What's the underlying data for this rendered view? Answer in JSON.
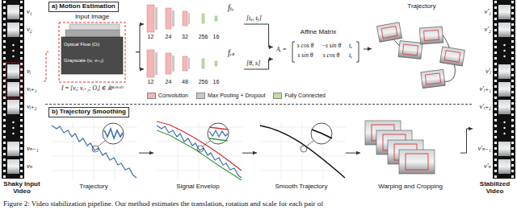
{
  "diagram": {
    "caption": "Figure 2: Video stabilization pipeline. Our method estimates the translation, rotation and scale for each pair of",
    "nodes": [
      {
        "text": [
          "v₁",
          "v₂",
          "vᵢ",
          "vᵢ₊₁",
          "vᵢ₊₂",
          "vₙ₋₁",
          "vₙ",
          "Shaky Input Video"
        ]
      },
      {
        "text": [
          "a) Motion Estimation"
        ]
      },
      {
        "text": [
          "Input Image",
          "Optical Flow (Oᵢ)",
          "Grayscale (vᵢ, vᵢ₊₁)",
          "I = [vᵢ; vᵢ₊₁; Oᵢ] ∈ ℝ⁴ˣᵂˣᴴ"
        ],
        "in": 1
      },
      {
        "text": [
          "fₜᵣ"
        ],
        "in": 1
      },
      {
        "text": [
          "fᵣₛ"
        ],
        "in": 1
      },
      {
        "text": [
          "Affine Matrix",
          "Aᵢ =",
          "s cos θ",
          "−s sin θ",
          "tₓ",
          "s sin θ",
          "s cos θ",
          "tᵧ"
        ],
        "in": 1
      },
      {
        "text": [
          "Trajectory"
        ],
        "in": 1
      },
      {
        "text": [
          "b) Trajectory Smoothing"
        ]
      },
      {
        "text": [
          "Trajectory"
        ],
        "in": 7
      },
      {
        "text": [
          "Signal Envelop"
        ],
        "in": 7
      },
      {
        "text": [
          "Smooth Trajectory"
        ],
        "in": 7
      },
      {
        "text": [
          "Warping and Cropping"
        ],
        "in": 7
      },
      {
        "text": [
          "v′₁",
          "v′₂",
          "v′ᵢ",
          "v′ᵢ₊₁",
          "v′ᵢ₊₂",
          "v′ₙ₋₁",
          "v′ₙ",
          "Stabilized Video"
        ]
      }
    ],
    "edges": [
      {
        "from": 0,
        "to": 2,
        "arrow": "none"
      },
      {
        "from": 2,
        "to": 3,
        "arrow": "to"
      },
      {
        "from": 2,
        "to": 4,
        "arrow": "to"
      },
      {
        "from": 3,
        "to": 5,
        "label": "[tₓ, tᵧ]",
        "arrow": "to"
      },
      {
        "from": 4,
        "to": 5,
        "label": "[θ, s]",
        "arrow": "to"
      },
      {
        "from": 5,
        "to": 6,
        "arrow": "to"
      },
      {
        "from": 8,
        "to": 9,
        "arrow": "to"
      },
      {
        "from": 9,
        "to": 10,
        "arrow": "to"
      },
      {
        "from": 10,
        "to": 11,
        "arrow": "to"
      },
      {
        "from": 11,
        "to": 12,
        "arrow": "to"
      }
    ],
    "labels": [
      "12",
      "24",
      "32",
      "256",
      "16",
      "12",
      "24",
      "48",
      "256",
      "16"
    ],
    "legend": [
      {
        "text": "Convolution",
        "color": "#f4b6b6"
      },
      {
        "text": "Max Pooling + Dropout",
        "color": "#c8c8c8"
      },
      {
        "text": "Fully Connected",
        "color": "#b6e3a0"
      }
    ]
  }
}
